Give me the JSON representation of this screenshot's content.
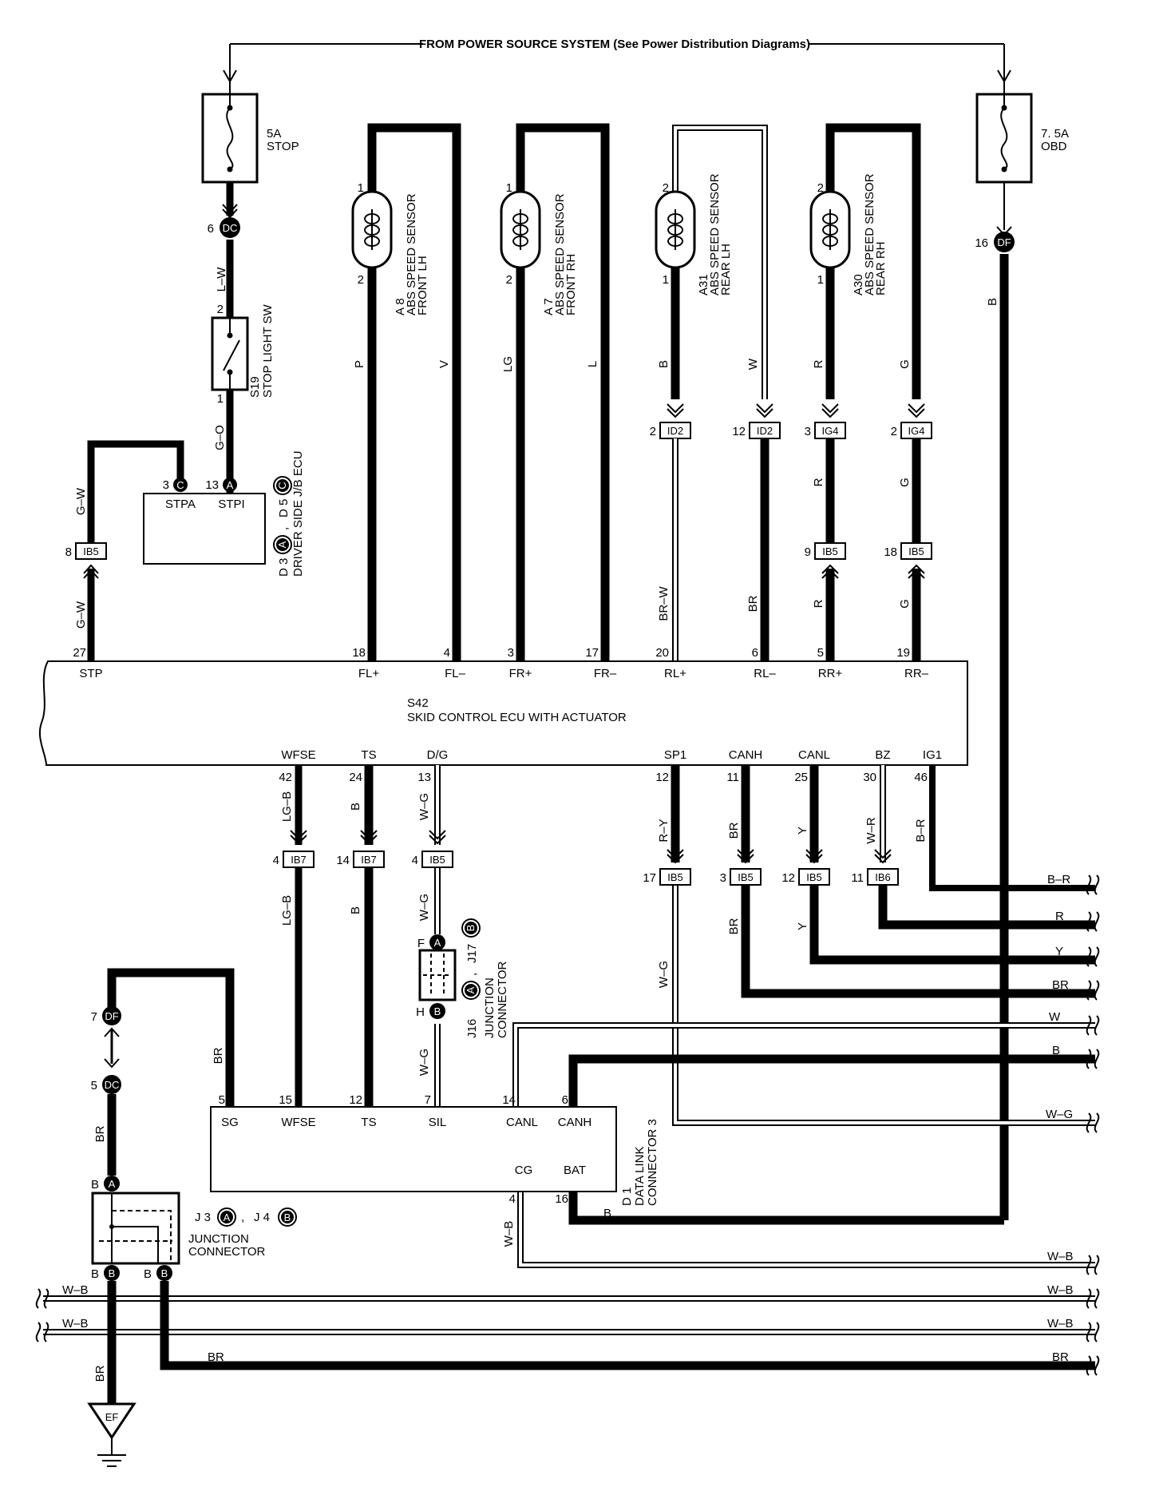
{
  "header": {
    "power_source": "FROM POWER SOURCE SYSTEM (See Power Distribution Diagrams)"
  },
  "fuses": {
    "stop": {
      "rating": "5A",
      "name": "STOP"
    },
    "obd": {
      "rating": "7. 5A",
      "name": "OBD"
    }
  },
  "sensors": [
    {
      "code": "A 8",
      "line1": "ABS SPEED SENSOR",
      "line2": "FRONT LH",
      "pin_top": "1",
      "pin_bot": "2"
    },
    {
      "code": "A 7",
      "line1": "ABS SPEED SENSOR",
      "line2": "FRONT RH",
      "pin_top": "1",
      "pin_bot": "2"
    },
    {
      "code": "A31",
      "line1": "ABS SPEED SENSOR",
      "line2": "REAR LH",
      "pin_top": "2",
      "pin_bot": "1"
    },
    {
      "code": "A30",
      "line1": "ABS SPEED SENSOR",
      "line2": "REAR RH",
      "pin_top": "2",
      "pin_bot": "1"
    }
  ],
  "stop_switch": {
    "code": "S19",
    "name": "STOP LIGHT SW",
    "pin_top": "2",
    "pin_bot": "1"
  },
  "jb_ecu": {
    "codeA": "D 3",
    "codeC": "D 5",
    "name": "DRIVER SIDE J/B ECU",
    "pins": [
      "STPA",
      "STPI"
    ],
    "pin_nums": [
      "3",
      "13"
    ],
    "sep": ","
  },
  "ecu": {
    "code": "S42",
    "name": "SKID CONTROL ECU WITH ACTUATOR",
    "top_pins": [
      {
        "label": "STP",
        "num": "27"
      },
      {
        "label": "FL+",
        "num": "18"
      },
      {
        "label": "FL–",
        "num": "4"
      },
      {
        "label": "FR+",
        "num": "3"
      },
      {
        "label": "FR–",
        "num": "17"
      },
      {
        "label": "RL+",
        "num": "20"
      },
      {
        "label": "RL–",
        "num": "6"
      },
      {
        "label": "RR+",
        "num": "5"
      },
      {
        "label": "RR–",
        "num": "19"
      }
    ],
    "bottom_pins": [
      {
        "label": "WFSE",
        "num": "42"
      },
      {
        "label": "TS",
        "num": "24"
      },
      {
        "label": "D/G",
        "num": "13"
      },
      {
        "label": "SP1",
        "num": "12"
      },
      {
        "label": "CANH",
        "num": "11"
      },
      {
        "label": "CANL",
        "num": "25"
      },
      {
        "label": "BZ",
        "num": "30"
      },
      {
        "label": "IG1",
        "num": "46"
      }
    ]
  },
  "dlc": {
    "code": "D 1",
    "name1": "DATA LINK",
    "name2": "CONNECTOR 3",
    "pins": [
      {
        "label": "SG",
        "num": "5"
      },
      {
        "label": "WFSE",
        "num": "15"
      },
      {
        "label": "TS",
        "num": "12"
      },
      {
        "label": "SIL",
        "num": "7"
      },
      {
        "label": "CANL",
        "num": "14"
      },
      {
        "label": "CANH",
        "num": "6"
      },
      {
        "label": "CG",
        "num": "4"
      },
      {
        "label": "BAT",
        "num": "16"
      }
    ]
  },
  "junction_mid": {
    "code1": "J16",
    "code2": "J17",
    "name1": "JUNCTION",
    "name2": "CONNECTOR",
    "sep": ",",
    "pinF": "F",
    "pinH": "H"
  },
  "junction_low": {
    "code1": "J 3",
    "code2": "J 4",
    "name1": "JUNCTION",
    "name2": "CONNECTOR",
    "sep": ",",
    "pin": "B"
  },
  "connectors": {
    "dc": "DC",
    "df": "DF",
    "ef": "EF",
    "ib5": "IB5",
    "ib6": "IB6",
    "ib7": "IB7",
    "id2": "ID2",
    "ig4": "IG4",
    "letA": "A",
    "letB": "B",
    "letC": "C"
  },
  "conn_pins": {
    "dc_top": "6",
    "df_top": "16",
    "ib5_left": "8",
    "id2_a": "2",
    "id2_b": "12",
    "ig4_a": "3",
    "ig4_b": "2",
    "ib5_rr1": "9",
    "ib5_rr2": "18",
    "ib7_a": "4",
    "ib7_b": "14",
    "ib5_dg": "4",
    "ib5_sp": "17",
    "ib5_canh": "3",
    "ib5_canl": "12",
    "ib6_bz": "11",
    "df_low": "7",
    "dc_low": "5"
  },
  "wires": {
    "LW": "L–W",
    "GO": "G–O",
    "GW": "G–W",
    "P": "P",
    "V": "V",
    "LG": "LG",
    "L": "L",
    "B": "B",
    "W": "W",
    "R": "R",
    "G": "G",
    "BRW": "BR–W",
    "BR": "BR",
    "LGB": "LG–B",
    "WG": "W–G",
    "RY": "R–Y",
    "Y": "Y",
    "WR": "W–R",
    "BR2": "B–R",
    "WB": "W–B"
  }
}
